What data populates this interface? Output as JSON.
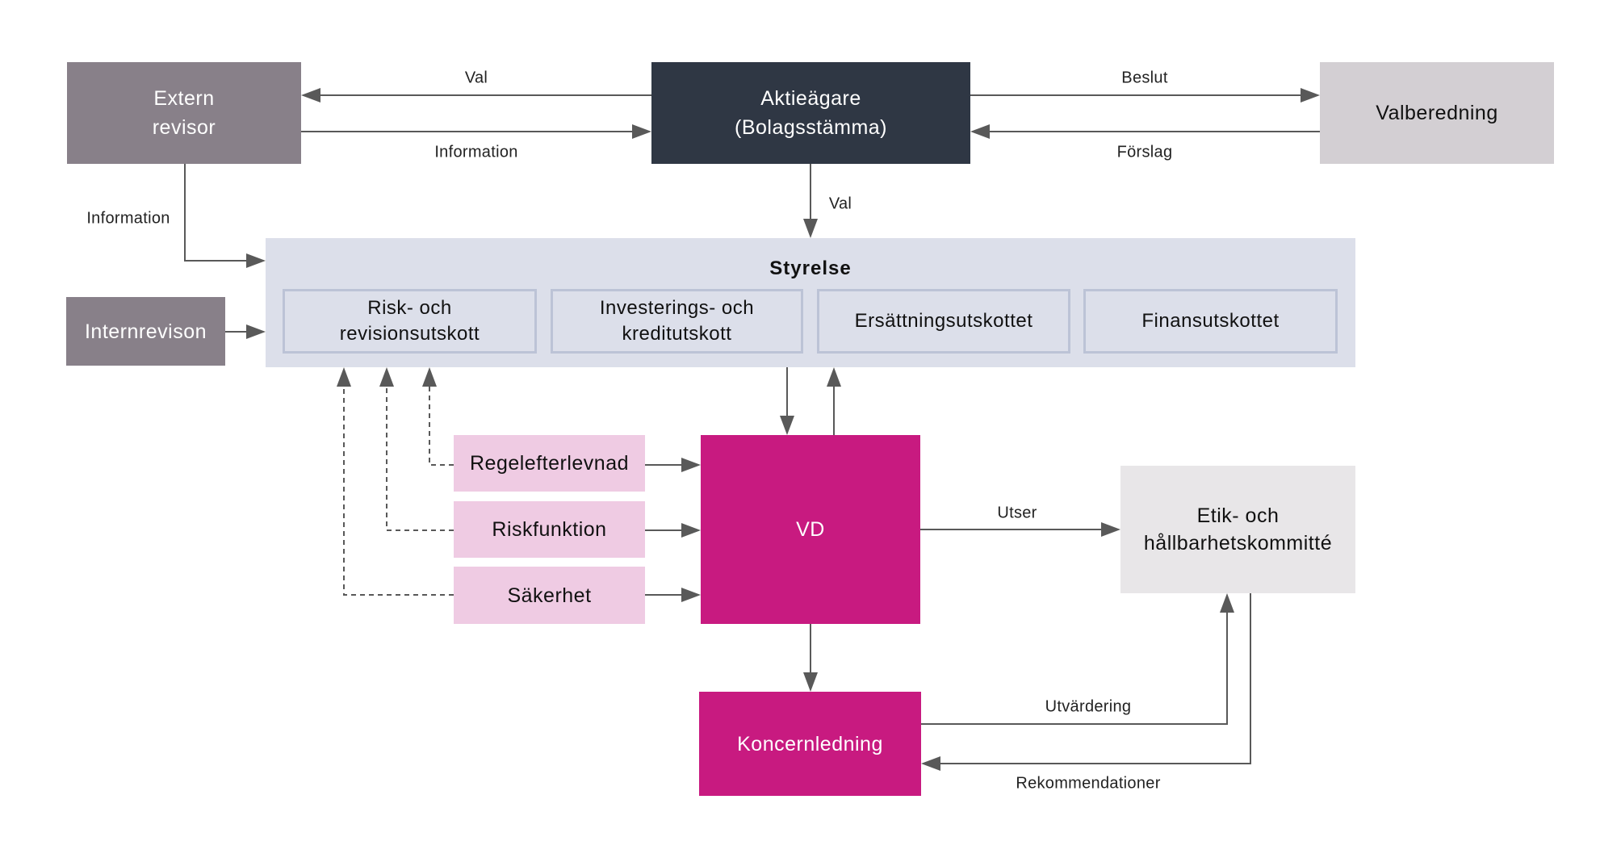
{
  "title": "Bolagsstyrning",
  "colors": {
    "external": "#888089",
    "shareholders": "#2f3744",
    "nomination": "#d3cfd3",
    "board": "#dcdfea",
    "committee_border": "#bcc3d6",
    "control_functions": "#efcbe3",
    "management": "#c81a80",
    "ethics": "#e8e6e8",
    "arrow": "#595959"
  },
  "nodes": {
    "extern_revisor": "Extern\nrevisor",
    "aktieagare": "Aktieägare\n(Bolagsstämma)",
    "valberedning": "Valberedning",
    "internrevison": "Internrevison",
    "styrelse": "Styrelse",
    "committees": [
      "Risk- och\nrevisionsutskott",
      "Investerings- och\nkreditutskott",
      "Ersättningsutskottet",
      "Finansutskottet"
    ],
    "regelefterlevnad": "Regelefterlevnad",
    "riskfunktion": "Riskfunktion",
    "sakerhet": "Säkerhet",
    "vd": "VD",
    "etik": "Etik- och\nhållbarhetskommitté",
    "koncernledning": "Koncernledning"
  },
  "edges": {
    "val_top": "Val",
    "information_top": "Information",
    "beslut": "Beslut",
    "forslag": "Förslag",
    "val_down": "Val",
    "information_left": "Information",
    "utser": "Utser",
    "utvardering": "Utvärdering",
    "rekommendationer": "Rekommendationer"
  }
}
